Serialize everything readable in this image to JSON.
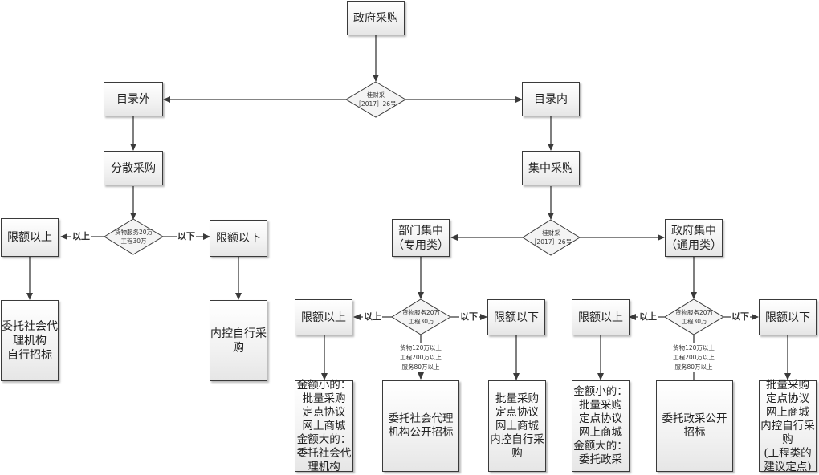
{
  "diagram": {
    "root": "政府采购",
    "diamond_top": "桂财采\n［2017］26号",
    "catalog_out": "目录外",
    "catalog_in": "目录内",
    "decentralized": "分散采购",
    "centralized": "集中采购",
    "diamond_left": "货物服务20万\n工程30万",
    "left_above": "限额以上",
    "left_below": "限额以下",
    "left_above_label": "以上",
    "left_below_label": "以下",
    "left_above_result": "委托社会代\n理机构\n自行招标",
    "left_below_result": "内控自行采\n购",
    "diamond_center": "桂财采\n［2017］26号",
    "dept_central": "部门集中\n（专用类）",
    "gov_central": "政府集中\n（通用类）",
    "dept": {
      "diamond": "货物服务20万\n工程30万",
      "above": "限额以上",
      "below": "限额以下",
      "above_label": "以上",
      "below_label": "以下",
      "threshold_note": "货物120万以上\n工程200万以上\n服务80万以上",
      "above_result": "金额小的：\n批量采购\n定点协议\n网上商城\n金额大的：\n委托社会代\n理机构",
      "threshold_result": "委托社会代理\n机构公开招标",
      "below_result": "批量采购\n定点协议\n网上商城\n内控自行采\n购"
    },
    "gov": {
      "diamond": "货物服务20万\n工程30万",
      "above": "限额以上",
      "below": "限额以下",
      "above_label": "以上",
      "below_label": "以下",
      "threshold_note": "货物120万以上\n工程200万以上\n服务80万以上",
      "above_result": "金额小的：\n批量采购\n定点协议\n网上商城\n金额大的：\n委托政采",
      "threshold_result": "委托政采公开\n招标",
      "below_result": "批量采购\n定点协议\n网上商城\n内控自行采\n购\n(工程类的\n建议定点)"
    }
  },
  "colors": {
    "line": "#3a3a3a",
    "box_border": "#3a3a3a",
    "box_fill": "#f2f2f2"
  }
}
